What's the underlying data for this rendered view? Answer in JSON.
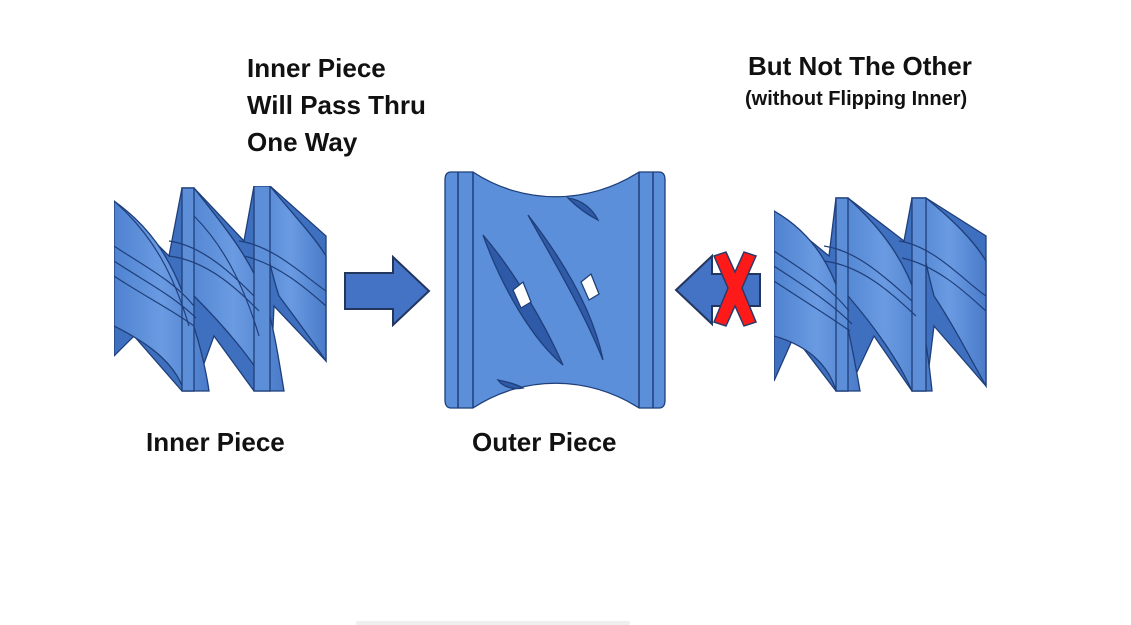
{
  "diagram": {
    "heading_left": {
      "lines": [
        "Inner Piece",
        "Will Pass Thru",
        "One Way"
      ]
    },
    "heading_right": {
      "title": "But Not The Other",
      "subtitle": "(without Flipping Inner)"
    },
    "labels": {
      "inner": "Inner Piece",
      "outer": "Outer Piece"
    },
    "parts": [
      {
        "id": "inner-piece-left",
        "description": "helical inner piece"
      },
      {
        "id": "outer-piece",
        "description": "outer sleeve with diagonal slots"
      },
      {
        "id": "inner-piece-right",
        "description": "helical inner piece"
      }
    ],
    "arrows": [
      {
        "direction": "right",
        "meaning": "passes"
      },
      {
        "direction": "left",
        "meaning": "blocked",
        "overlay": "red-x"
      }
    ]
  },
  "colors": {
    "part_fill": "#5b8fd9",
    "part_shadow": "#3f6fbf",
    "part_edge": "#1f3f7a",
    "arrow_fill": "#4472c4",
    "arrow_edge": "#22365e",
    "cross_fill": "#ff1a1a",
    "cross_edge": "#2a3a6a",
    "text": "#111111"
  }
}
